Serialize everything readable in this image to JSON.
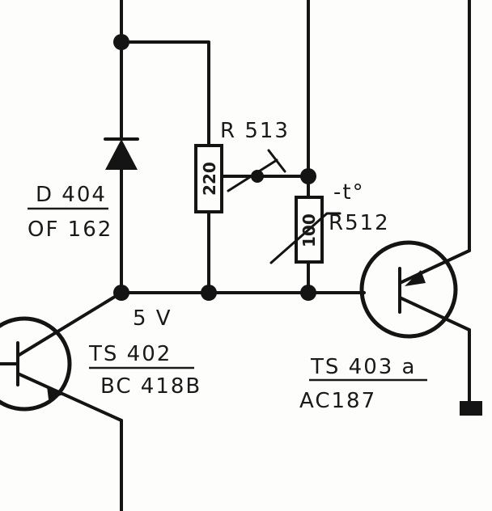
{
  "components": {
    "d404": {
      "ref": "D 404",
      "type": "OF 162"
    },
    "r513": {
      "ref": "R 513",
      "value": "220"
    },
    "r512": {
      "ref": "R512",
      "value": "100",
      "mark": "-t°"
    },
    "ts402": {
      "ref": "TS 402",
      "type": "BC 418B"
    },
    "ts403a": {
      "ref": "TS 403 a",
      "type": "AC187"
    }
  },
  "nodes": {
    "voltage": "5 V"
  }
}
